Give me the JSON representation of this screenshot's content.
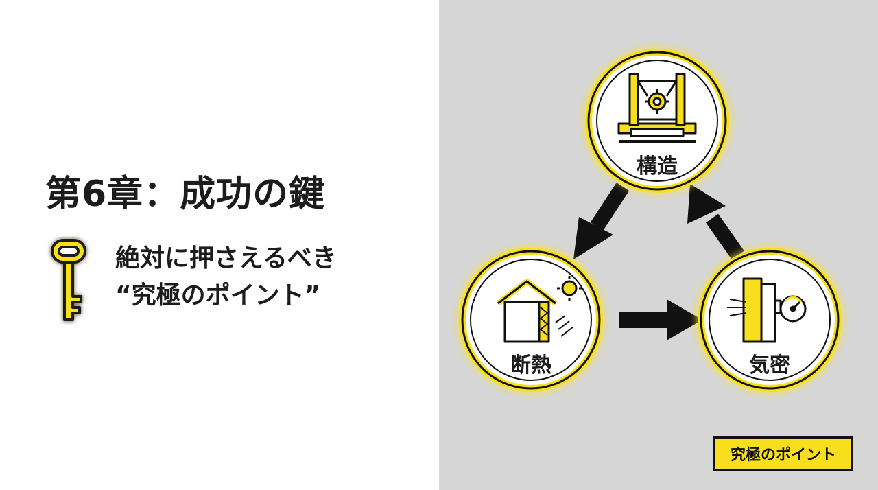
{
  "title": "第6章：成功の鍵",
  "subtitle": {
    "line1": "絶対に押さえるべき",
    "line2": "“究極のポイント”"
  },
  "icons": {
    "key": "key-icon",
    "structure": "building-frame-gear-icon",
    "insulation": "house-insulation-sun-icon",
    "airtight": "door-airflow-gauge-icon"
  },
  "diagram": {
    "nodes": [
      {
        "id": "structure",
        "label": "構造"
      },
      {
        "id": "insulation",
        "label": "断熱"
      },
      {
        "id": "airtight",
        "label": "気密"
      }
    ],
    "cycle": [
      "structure",
      "insulation",
      "airtight",
      "structure"
    ]
  },
  "badge": "究極のポイント",
  "colors": {
    "accent": "#f7df1e",
    "ink": "#111111",
    "panel": "#d6d6d6"
  }
}
